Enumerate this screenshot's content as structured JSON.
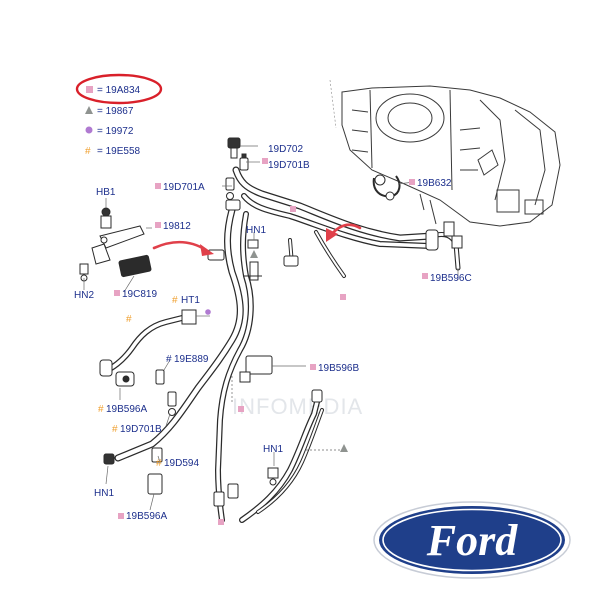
{
  "legend": [
    {
      "symbol": "square",
      "color": "#e7a3c3",
      "text": "= 19A834",
      "highlighted": true
    },
    {
      "symbol": "triangle",
      "color": "#8f9390",
      "text": "= 19867"
    },
    {
      "symbol": "circle",
      "color": "#b07ad1",
      "text": "= 19972"
    },
    {
      "symbol": "hash",
      "color": "#f0a030",
      "text": "= 19E558"
    }
  ],
  "labels": {
    "d702": "19D702",
    "d701b_top": "19D701B",
    "d701a": "19D701A",
    "b632": "19B632",
    "hb1": "HB1",
    "p19812": "19812",
    "hn1_top": "HN1",
    "hn2": "HN2",
    "c819": "19C819",
    "b596c": "19B596C",
    "ht1": "HT1",
    "e889": "19E889",
    "b596b": "19B596B",
    "b596a_mid": "19B596A",
    "d701b_mid": "19D701B",
    "d594": "19D594",
    "hn1_left": "HN1",
    "hn1_right": "HN1",
    "b596a_bottom": "19B596A"
  },
  "watermark": "INFOMEDIA",
  "logo": {
    "text": "Ford",
    "color": "#1f3f8a"
  },
  "colors": {
    "part_label": "#1c2f8c",
    "highlight_ring": "#d9202a",
    "arrow": "#e0404a",
    "line": "#2b2b2b",
    "callout": "#e7a3c3"
  }
}
